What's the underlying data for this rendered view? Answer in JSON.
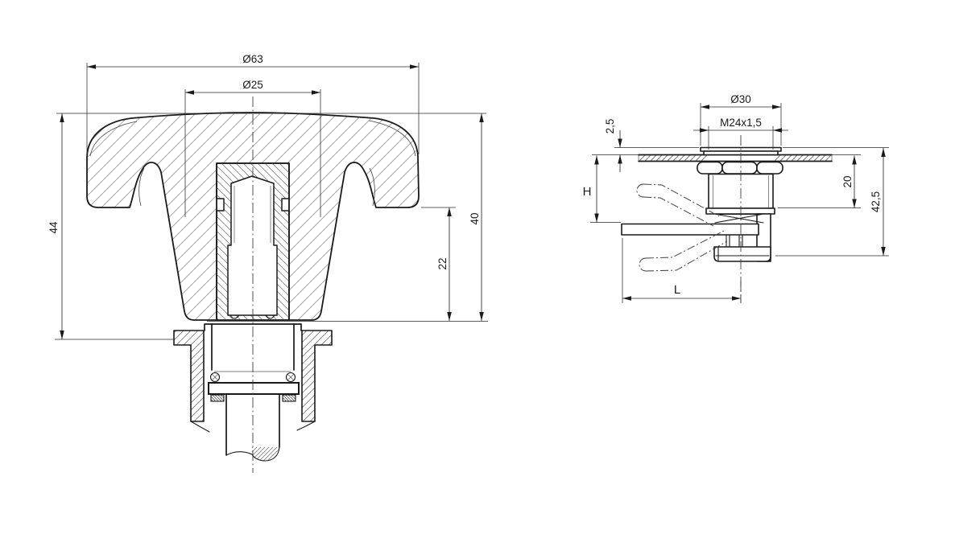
{
  "drawing": {
    "background_color": "#ffffff",
    "line_color": "#1a1a1a",
    "hatch_color": "#8a8a8a",
    "views": {
      "front": {
        "dims": {
          "d63": "Ø63",
          "d25": "Ø25",
          "h44": "44",
          "h40": "40",
          "h22": "22"
        }
      },
      "side": {
        "dims": {
          "d30": "Ø30",
          "thread": "M24x1,5",
          "t25": "2,5",
          "h": "H",
          "l20": "20",
          "h425": "42,5",
          "l": "L"
        }
      }
    }
  }
}
